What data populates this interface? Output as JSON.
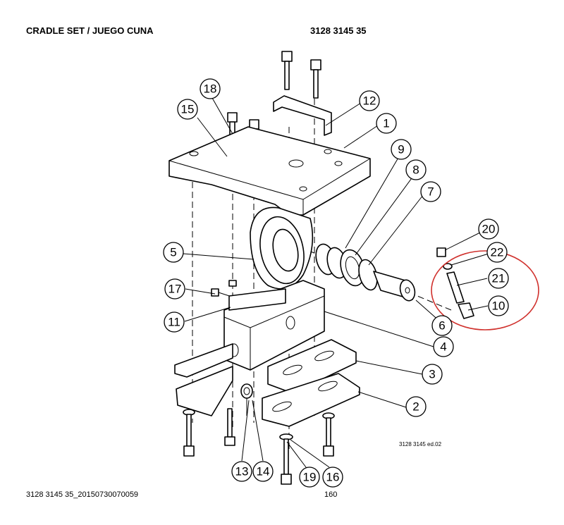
{
  "header": {
    "title": "CRADLE SET / JUEGO CUNA",
    "part_number": "3128 3145 35"
  },
  "footer": {
    "file_code": "3128 3145 35_20150730070059",
    "page": "160"
  },
  "drawing_code": "3128 3145 ed.02",
  "callouts": [
    "1",
    "2",
    "3",
    "4",
    "5",
    "6",
    "7",
    "8",
    "9",
    "10",
    "11",
    "12",
    "13",
    "14",
    "15",
    "16",
    "17",
    "18",
    "19",
    "20",
    "21",
    "22"
  ],
  "colors": {
    "highlight": "#d0312d",
    "ink": "#000000"
  }
}
